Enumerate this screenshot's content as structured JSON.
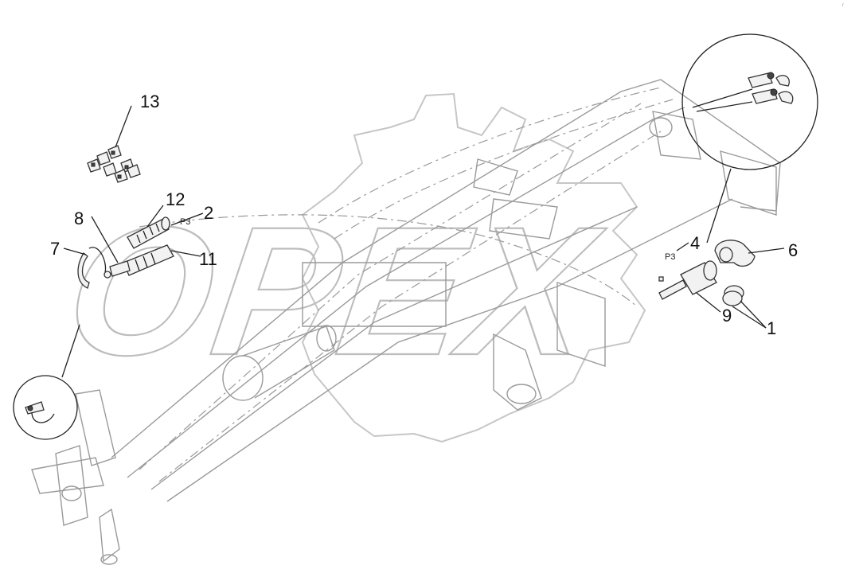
{
  "diagram": {
    "watermark": "OPEX",
    "corner_mark": "r",
    "callouts": [
      {
        "id": "1",
        "text": "1"
      },
      {
        "id": "2",
        "text": "2"
      },
      {
        "id": "4",
        "text": "4"
      },
      {
        "id": "6",
        "text": "6"
      },
      {
        "id": "7",
        "text": "7"
      },
      {
        "id": "8",
        "text": "8"
      },
      {
        "id": "9",
        "text": "9"
      },
      {
        "id": "11",
        "text": "11"
      },
      {
        "id": "12",
        "text": "12"
      },
      {
        "id": "13",
        "text": "13"
      }
    ],
    "thread_labels": {
      "left": "P3",
      "right": "P3"
    }
  }
}
